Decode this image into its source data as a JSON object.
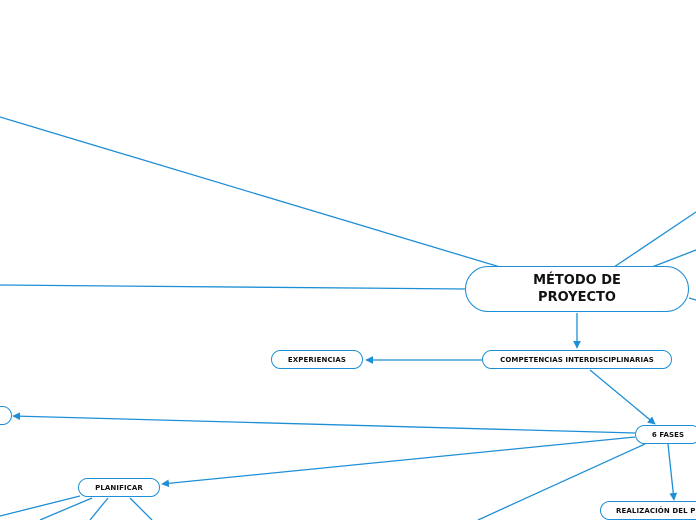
{
  "diagram": {
    "colors": {
      "line": "#1e8fd6",
      "node_border": "#1e8fd6",
      "text": "#111111"
    },
    "nodes": {
      "main": "MÉTODO DE PROYECTO",
      "competencias": "COMPETENCIAS INTERDISCIPLINARIAS",
      "experiencias": "EXPERIENCIAS",
      "fases": "6 FASES",
      "planificar": "PLANIFICAR",
      "realizacion": "REALIZACIÓN DEL P",
      "left_partial": ""
    }
  }
}
